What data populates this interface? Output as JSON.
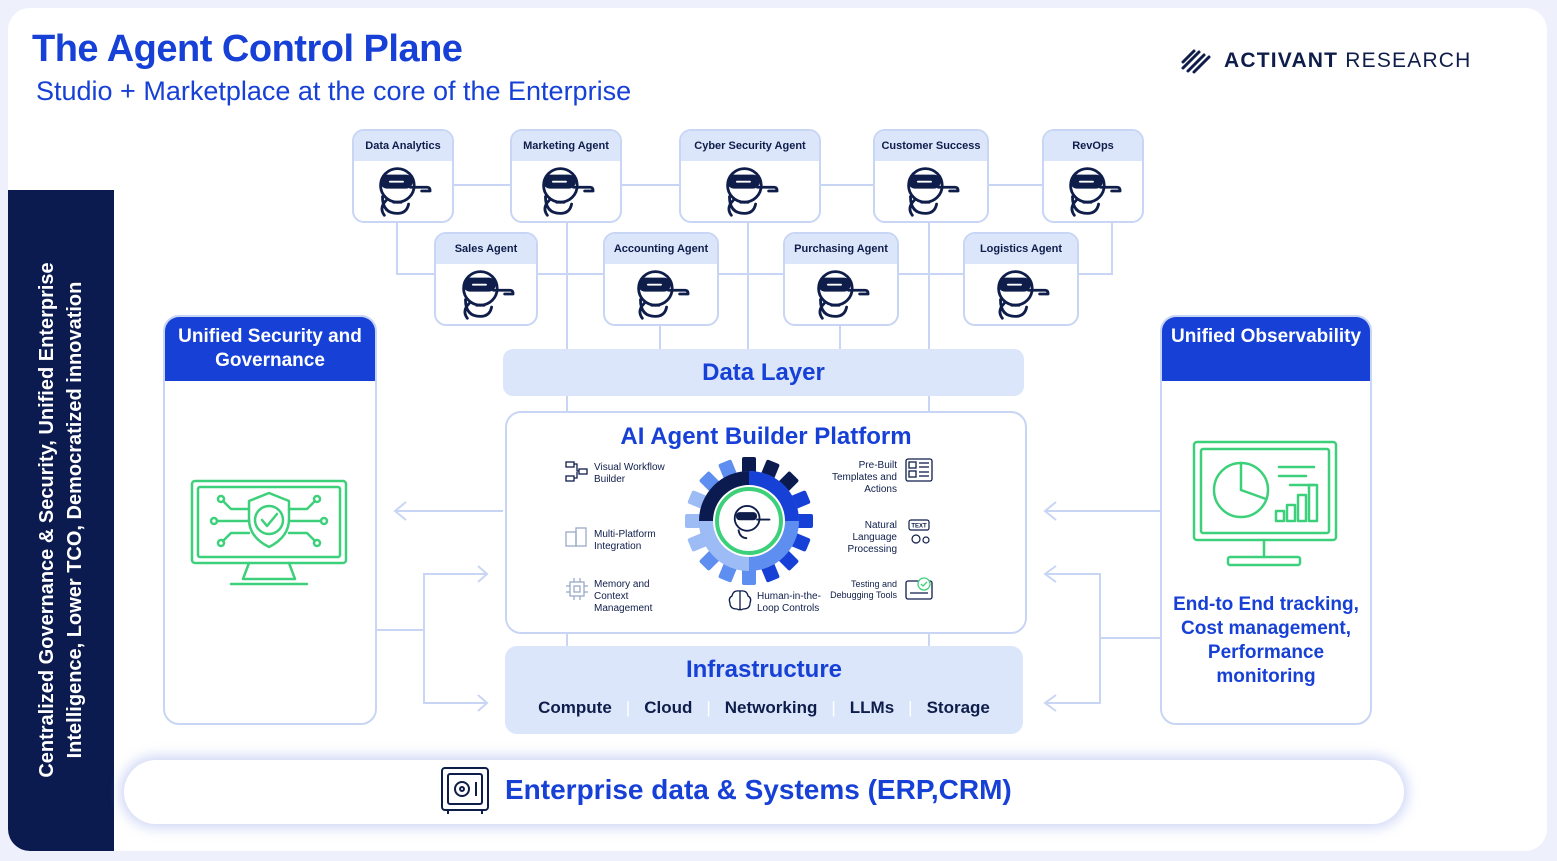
{
  "header": {
    "title": "The Agent Control Plane",
    "subtitle": "Studio + Marketplace at the core of the Enterprise",
    "brand_bold": "ACTIVANT",
    "brand_light": "RESEARCH"
  },
  "sidebar": {
    "text": "Centralized Governance & Security, Unified Enterprise Intelligence, Lower TCO, Democratized innovation"
  },
  "agents": {
    "top": [
      "Data Analytics",
      "Marketing Agent",
      "Cyber Security Agent",
      "Customer Success",
      "RevOps"
    ],
    "bottom": [
      "Sales Agent",
      "Accounting Agent",
      "Purchasing Agent",
      "Logistics Agent"
    ]
  },
  "security": {
    "title": "Unified Security and Governance"
  },
  "observability": {
    "title": "Unified Observability",
    "description": "End-to End tracking, Cost management, Performance monitoring"
  },
  "data_layer": {
    "label": "Data Layer"
  },
  "builder": {
    "title": "AI Agent Builder Platform",
    "features": {
      "visual": "Visual Workflow Builder",
      "multi": "Multi-Platform Integration",
      "memory": "Memory and Context Management",
      "human": "Human-in-the-Loop Controls",
      "templates": "Pre-Built Templates and Actions",
      "nlp": "Natural Language Processing",
      "testing": "Testing and Debugging Tools"
    }
  },
  "infrastructure": {
    "title": "Infrastructure",
    "items": [
      "Compute",
      "Cloud",
      "Networking",
      "LLMs",
      "Storage"
    ]
  },
  "enterprise": {
    "label": "Enterprise data & Systems (ERP,CRM)"
  },
  "colors": {
    "primary": "#1640d6",
    "navy": "#0b1b4f",
    "light": "#dbe6fb",
    "green": "#3dd07a"
  },
  "icons": [
    "robot-icon",
    "shield-check-icon",
    "monitor-chart-icon",
    "safe-icon",
    "gear-icon",
    "logo-icon"
  ]
}
